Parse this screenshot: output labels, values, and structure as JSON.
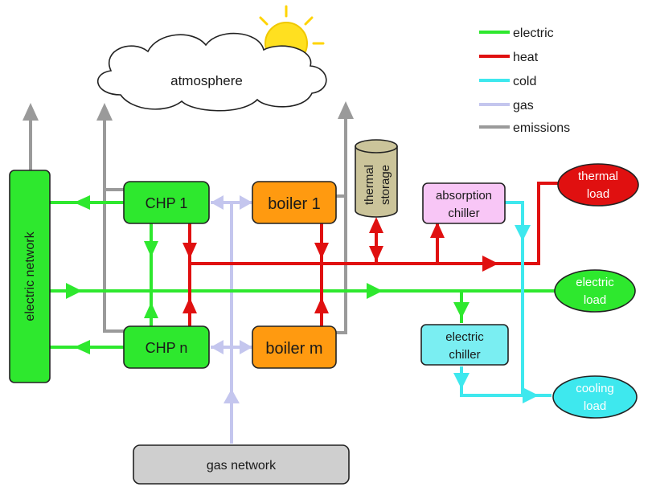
{
  "colors": {
    "electric": "#2ee82e",
    "heat": "#e01010",
    "cold": "#3ee8ee",
    "gas": "#c4c6ee",
    "emissions": "#9a9a9a",
    "chp_fill": "#2ee82e",
    "boiler_fill": "#ff9a10",
    "storage_fill": "#cbc49a",
    "absorption_fill": "#f8c6f6",
    "electric_chiller_fill": "#7aeef2",
    "thermal_load_fill": "#e01010",
    "electric_load_fill": "#2ee82e",
    "cooling_load_fill": "#3ee8ee",
    "gas_network_fill": "#cfcfcf",
    "sun_fill": "#ffe020"
  },
  "legend": {
    "electric": "electric",
    "heat": "heat",
    "cold": "cold",
    "gas": "gas",
    "emissions": "emissions"
  },
  "nodes": {
    "atmosphere": "atmosphere",
    "electric_network": "electric network",
    "chp1": "CHP 1",
    "chpn": "CHP n",
    "boiler1": "boiler 1",
    "boilerm": "boiler m",
    "thermal_storage": [
      "thermal",
      "storage"
    ],
    "absorption_chiller": [
      "absorption",
      "chiller"
    ],
    "electric_chiller": [
      "electric",
      "chiller"
    ],
    "thermal_load": [
      "thermal",
      "load"
    ],
    "electric_load": [
      "electric",
      "load"
    ],
    "cooling_load": [
      "cooling",
      "load"
    ],
    "gas_network": "gas network"
  }
}
